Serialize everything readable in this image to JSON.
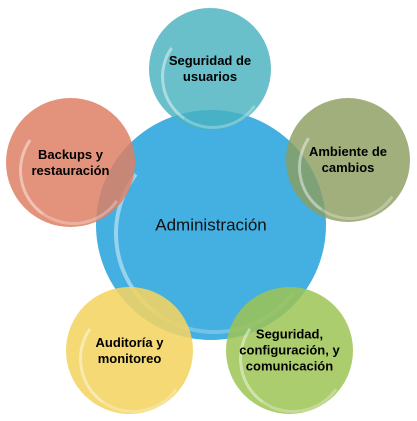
{
  "diagram": {
    "center": {
      "label": "Administración",
      "color": "#34A8DE"
    },
    "nodes": [
      {
        "label": "Seguridad de usuarios",
        "color": "#48B2C0"
      },
      {
        "label": "Ambiente de cambios",
        "color": "#8C9E60"
      },
      {
        "label": "Seguridad, configuración, y comunicación",
        "color": "#9EC454"
      },
      {
        "label": "Auditoría y monitoreo",
        "color": "#F2D462"
      },
      {
        "label": "Backups y restauración",
        "color": "#DE8064"
      }
    ]
  }
}
